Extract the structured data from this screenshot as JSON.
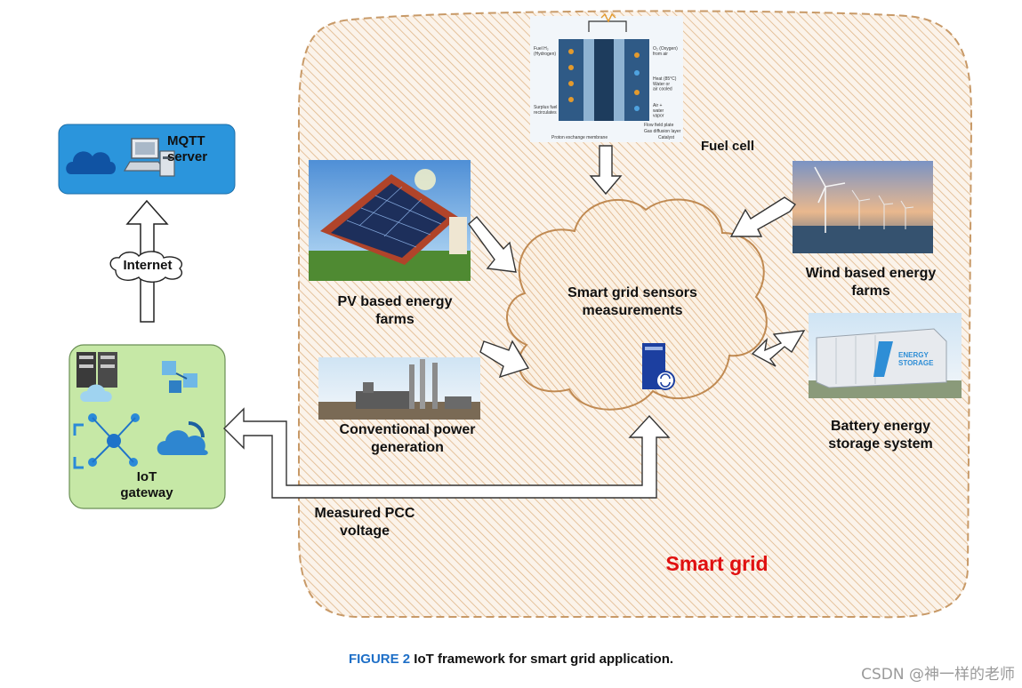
{
  "labels": {
    "mqtt": "MQTT\nserver",
    "internet": "Internet",
    "iot_gateway": "IoT\ngateway",
    "pv": "PV based energy\nfarms",
    "conventional": "Conventional power\ngeneration",
    "fuel_cell": "Fuel cell",
    "wind": "Wind based energy\nfarms",
    "battery": "Battery energy\nstorage system",
    "cloud_center": "Smart grid sensors\nmeasurements",
    "pcc": "Measured PCC\nvoltage",
    "smart_grid": "Smart grid"
  },
  "fuel_cell_diagram": {
    "left_top": "Fuel H₂\n(Hydrogen)",
    "right_top": "O₂ (Oxygen)\nfrom air",
    "right_mid": "Heat (85°C)\nWater or\nair cooled",
    "right_low": "Air +\nwater\nvapor",
    "left_low": "Surplus fuel\nrecirculates",
    "bottom_left": "Proton exchange membrane",
    "bottom_right_1": "Flow field plate",
    "bottom_right_2": "Gas diffusion layer",
    "bottom_right_3": "Catalyst"
  },
  "battery_sign": "ENERGY\nSTORAGE",
  "caption": {
    "figure": "FIGURE 2",
    "text": " IoT framework for smart grid application."
  },
  "watermark": "CSDN @神一样的老师",
  "colors": {
    "smart_grid_label": "#e01010",
    "figure_label": "#1e6fc7",
    "mqtt_box": "#2b95dc",
    "gateway_box": "#c6e8a6",
    "region_border": "#c89a68",
    "hatch": "#e0b688"
  }
}
